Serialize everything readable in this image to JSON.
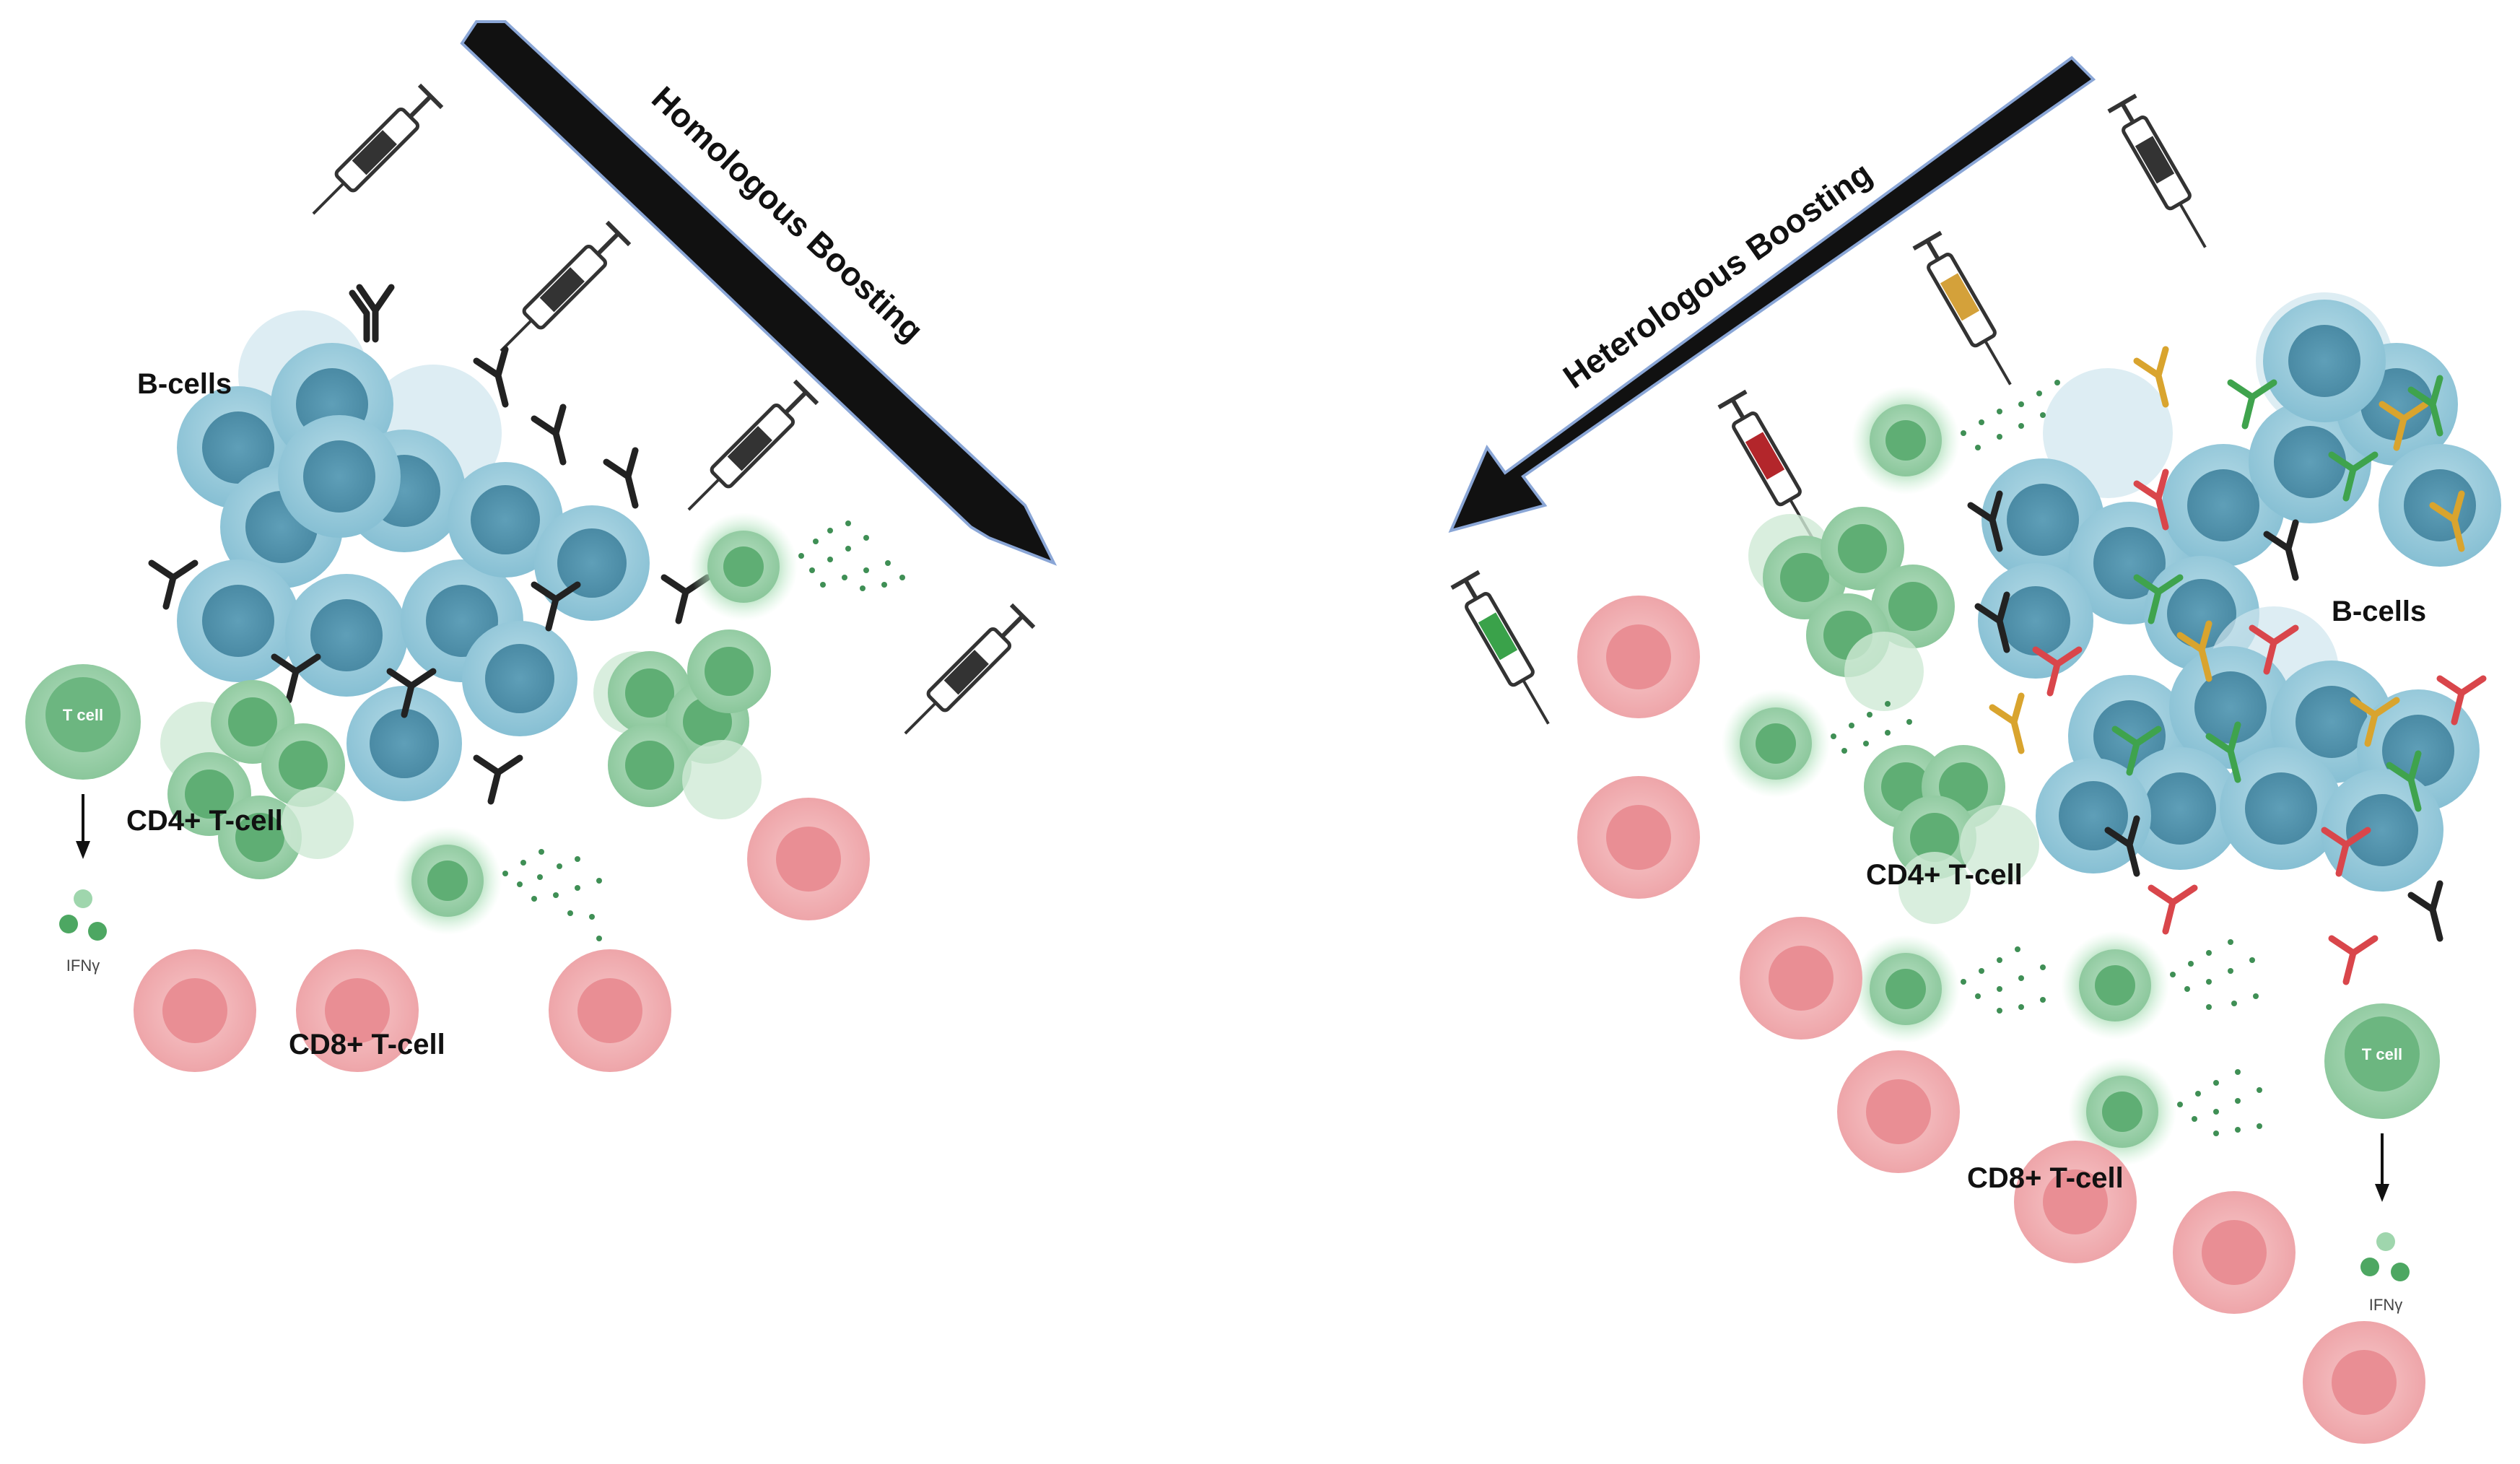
{
  "arrows": {
    "homologous": "Homologous Boosting",
    "heterologous": "Heterologous Boosting"
  },
  "left_panel": {
    "b_cells": "B-cells",
    "cd4": "CD4+ T-cell",
    "cd8": "CD8+ T-cell",
    "t_cell": "T cell",
    "ifn": "IFNγ"
  },
  "right_panel": {
    "b_cells": "B-cells",
    "cd4": "CD4+ T-cell",
    "cd8": "CD8+ T-cell",
    "t_cell": "T cell",
    "ifn": "IFNγ"
  },
  "colors": {
    "b_cell": "#8ec3d6",
    "t_cell": "#8fc79e",
    "cd8": "#f2b5b8",
    "arrow": "#111111",
    "antibody_dark": "#222222",
    "antibody_red": "#d9464b",
    "antibody_green": "#3fa34d",
    "antibody_gold": "#d9a42e",
    "vaccine_red": "#b3262b",
    "vaccine_gold": "#d4a13a",
    "vaccine_green": "#3aa24a",
    "vaccine_dark": "#333333"
  }
}
